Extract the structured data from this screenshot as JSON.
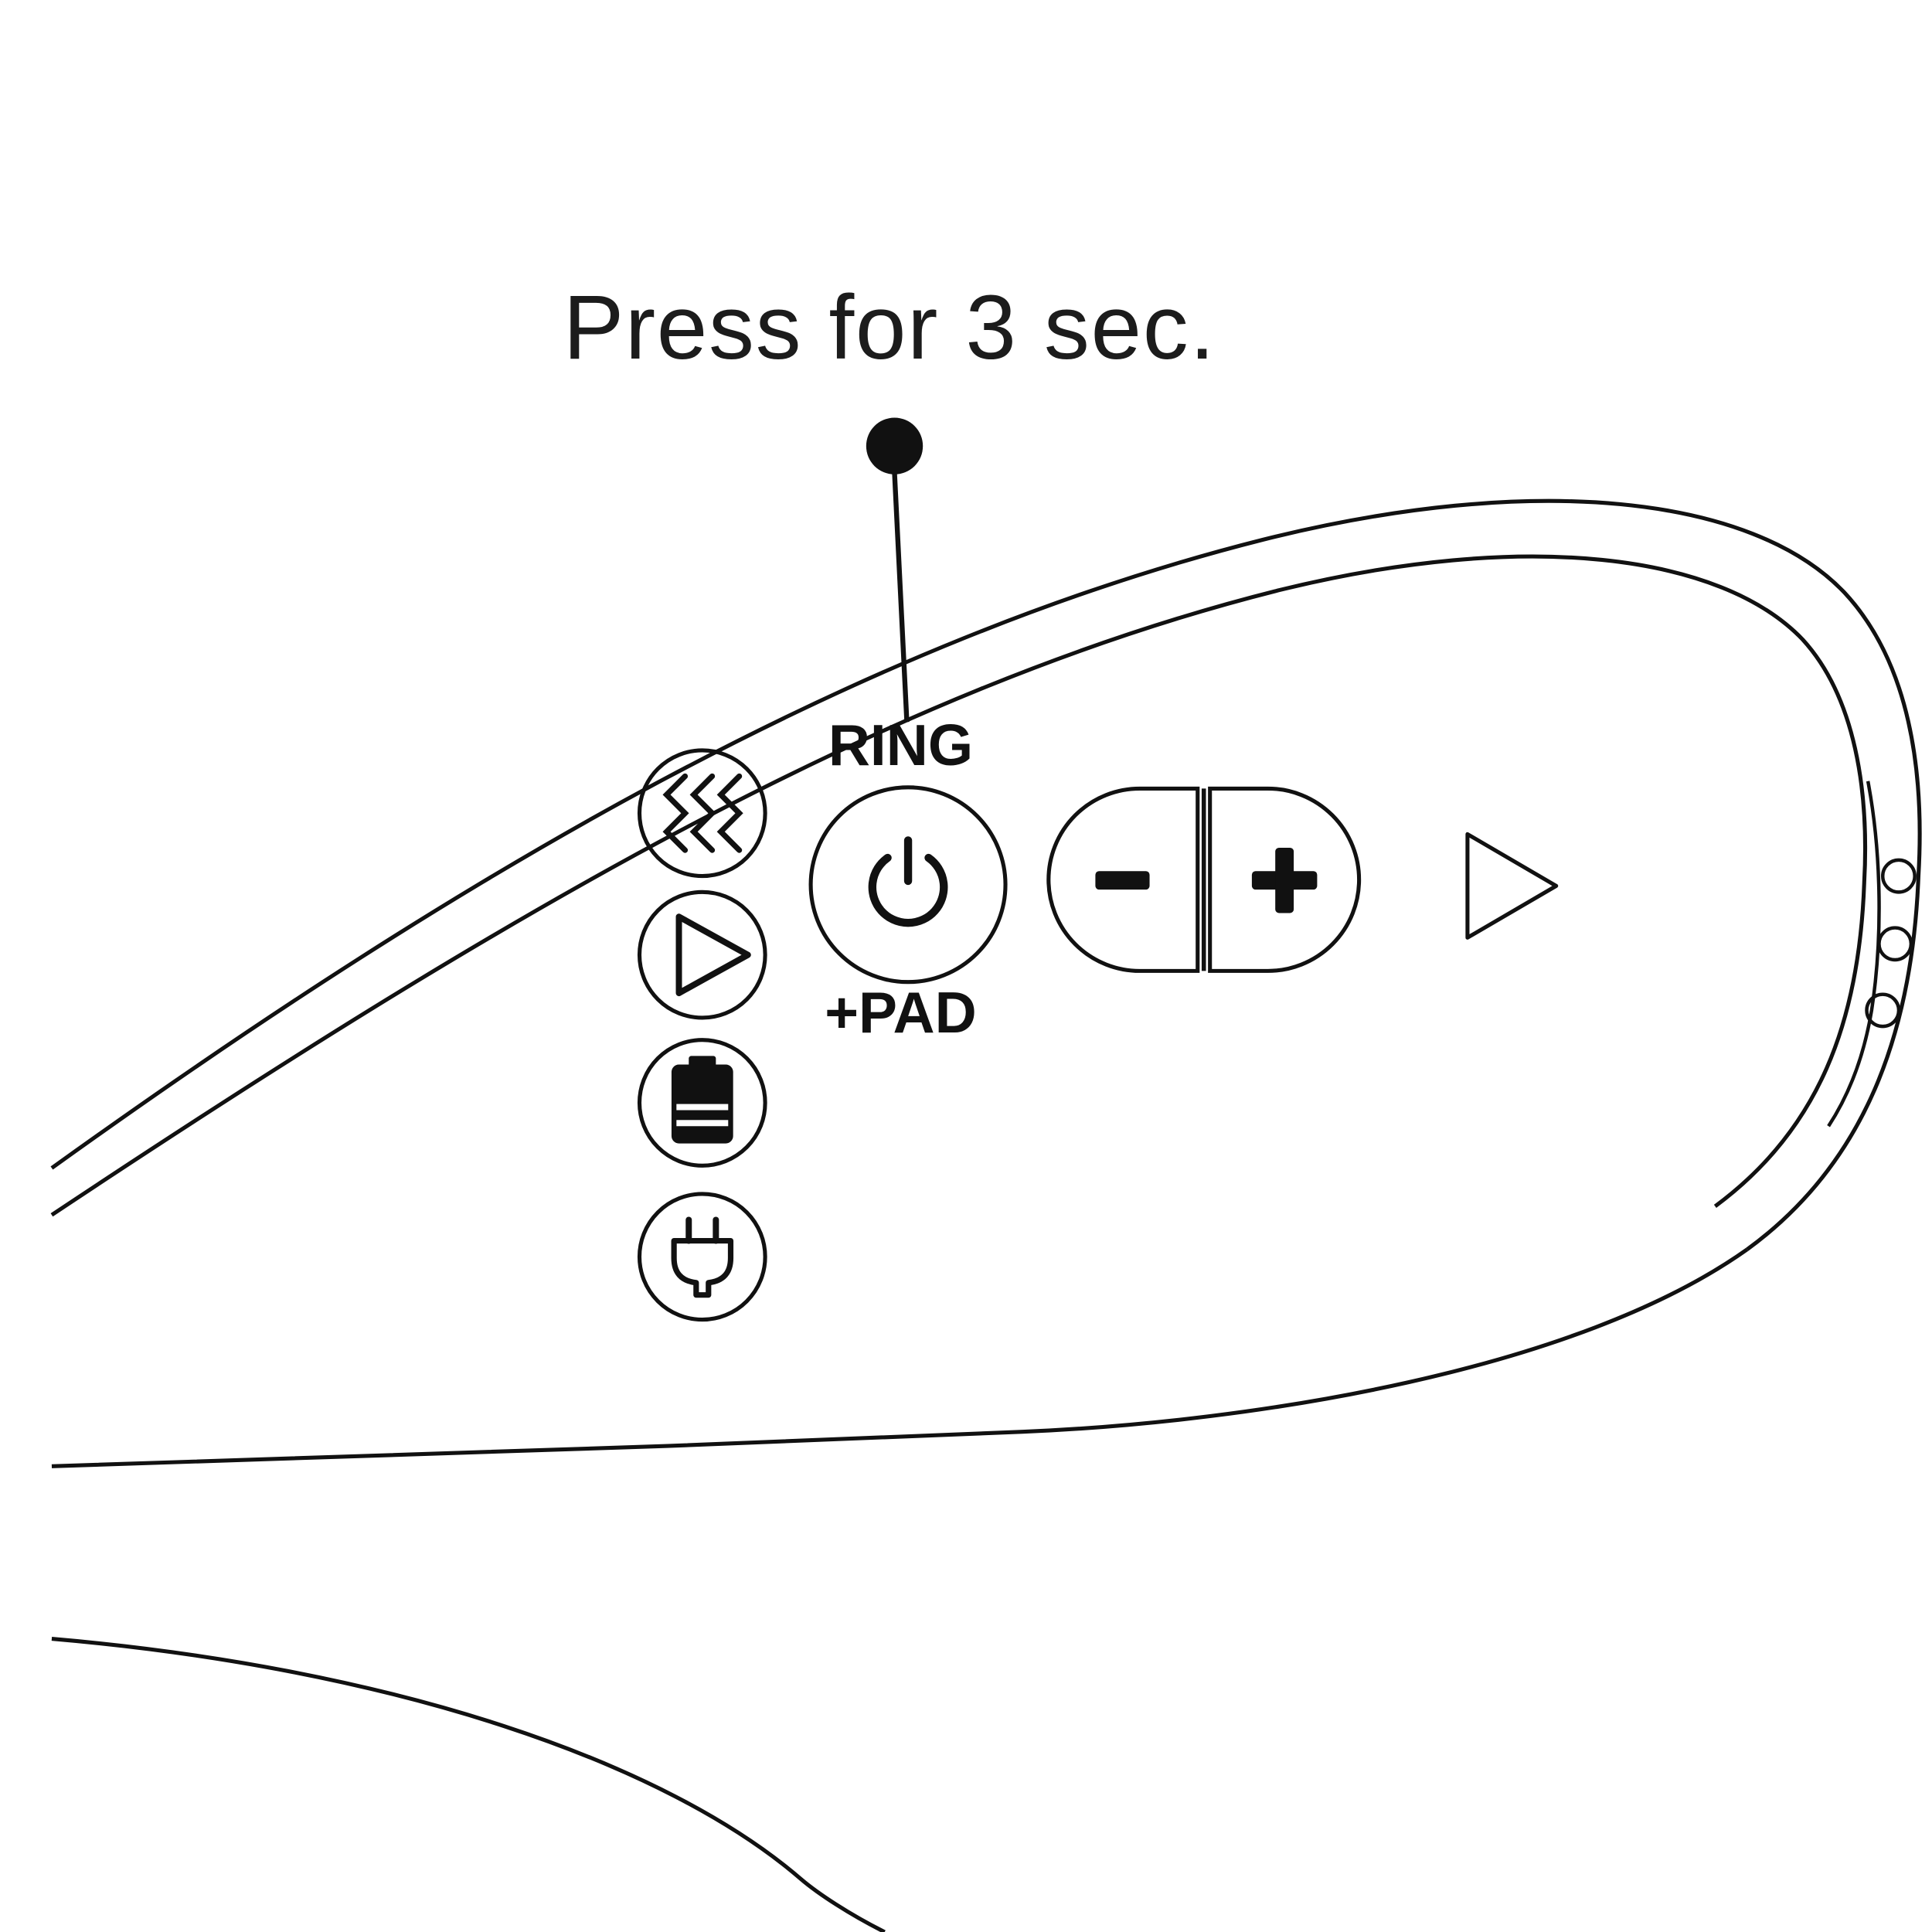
{
  "colors": {
    "background": "#ffffff",
    "line": "#111111"
  },
  "callout": {
    "text": "Press for 3 sec."
  },
  "control_panel": {
    "power_button": {
      "label_top": "RING",
      "label_bottom": "+PAD",
      "icon": "power-icon"
    },
    "intensity": {
      "decrease_icon": "minus-icon",
      "increase_icon": "plus-icon"
    },
    "play_icon": "play-triangle-icon"
  },
  "indicator_icons": [
    {
      "name": "vibration-icon"
    },
    {
      "name": "play-mode-icon"
    },
    {
      "name": "battery-icon"
    },
    {
      "name": "charging-plug-icon"
    }
  ],
  "device": {
    "charging_contacts_count": "3"
  }
}
